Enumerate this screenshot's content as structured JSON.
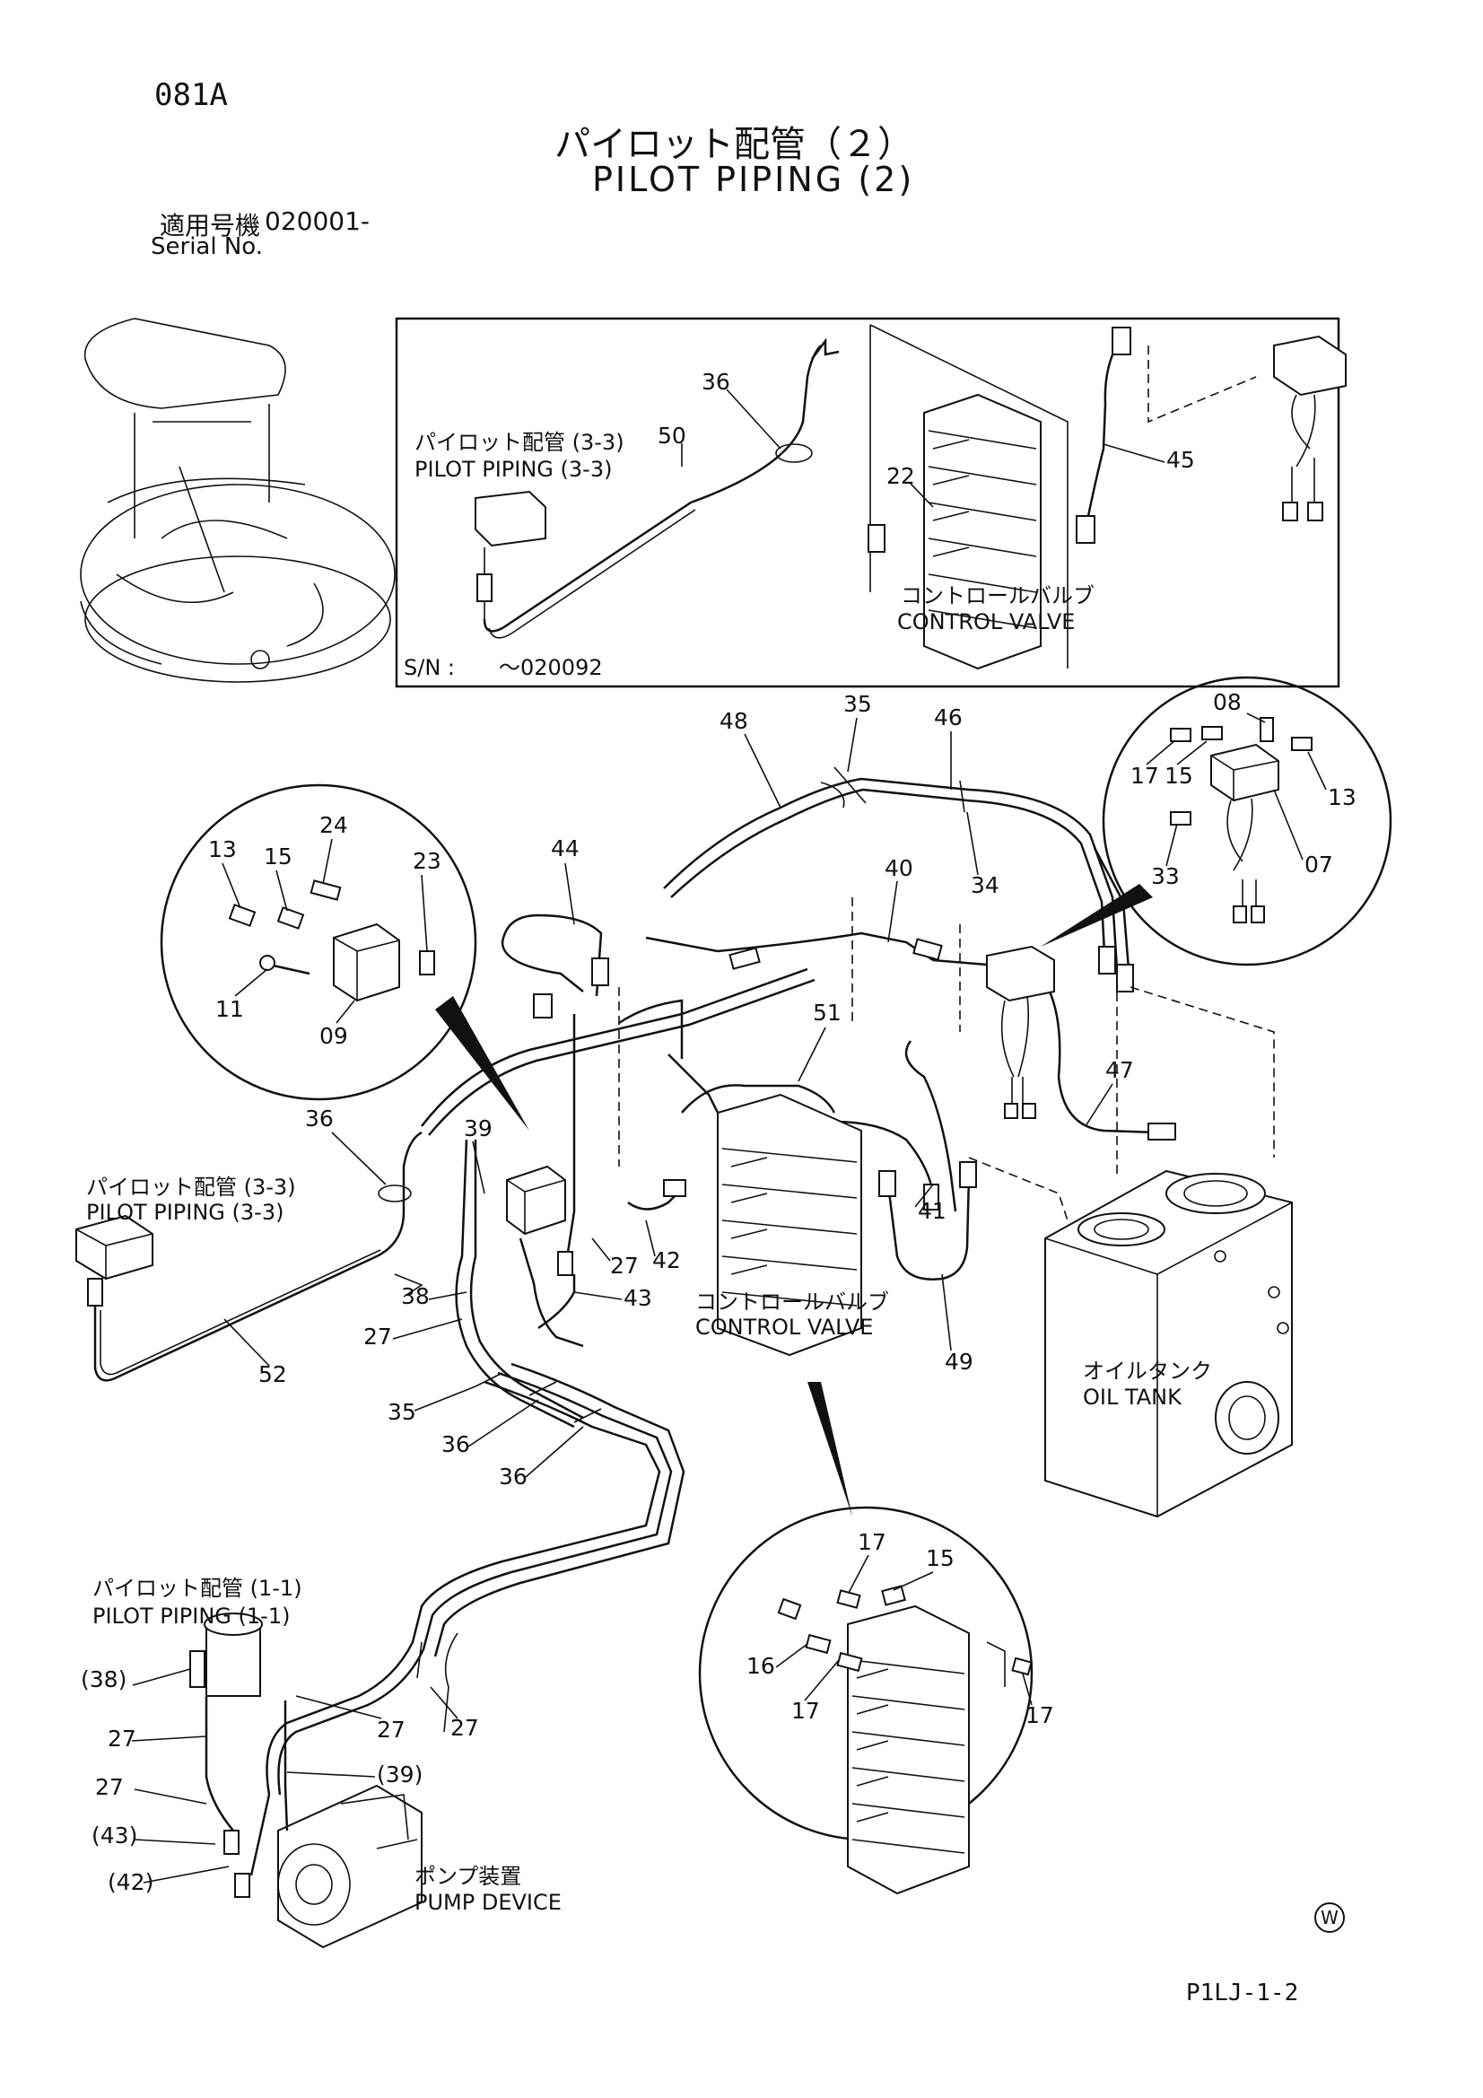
{
  "header": {
    "page_code": "081A",
    "title_jp": "パイロット配管（２）",
    "title_en": "PILOT PIPING (2)",
    "serial_label_jp": "適用号機",
    "serial_label_en": "Serial No.",
    "serial_value": "020001-"
  },
  "inset_top": {
    "sn_label": "S/N :",
    "sn_value": "～020092",
    "ref_jp": "パイロット配管 (3-3)",
    "ref_en": "PILOT PIPING (3-3)",
    "cv_jp": "コントロールバルブ",
    "cv_en": "CONTROL VALVE",
    "part_numbers": [
      "36",
      "50",
      "22",
      "45"
    ]
  },
  "main": {
    "ref_33_jp": "パイロット配管 (3-3)",
    "ref_33_en": "PILOT PIPING (3-3)",
    "ref_11_jp": "パイロット配管 (1-1)",
    "ref_11_en": "PILOT PIPING (1-1)",
    "cv_jp": "コントロールバルブ",
    "cv_en": "CONTROL VALVE",
    "tank_jp": "オイルタンク",
    "tank_en": "OIL TANK",
    "pump_jp": "ポンプ装置",
    "pump_en": "PUMP DEVICE",
    "part_numbers": [
      "48",
      "35",
      "46",
      "34",
      "44",
      "40",
      "51",
      "47",
      "41",
      "49",
      "39",
      "36",
      "27",
      "42",
      "43",
      "38",
      "27",
      "52",
      "35",
      "36",
      "36",
      "27",
      "27",
      "27",
      "(38)",
      "(39)",
      "(43)",
      "(42)"
    ]
  },
  "detail_left": {
    "part_numbers": [
      "24",
      "13",
      "15",
      "23",
      "11",
      "09"
    ]
  },
  "detail_right": {
    "part_numbers": [
      "08",
      "17",
      "15",
      "13",
      "33",
      "07"
    ]
  },
  "detail_bottom": {
    "part_numbers": [
      "17",
      "15",
      "16",
      "17",
      "17"
    ]
  },
  "footer": {
    "code": "P1LJ-1-2",
    "mark": "W"
  }
}
